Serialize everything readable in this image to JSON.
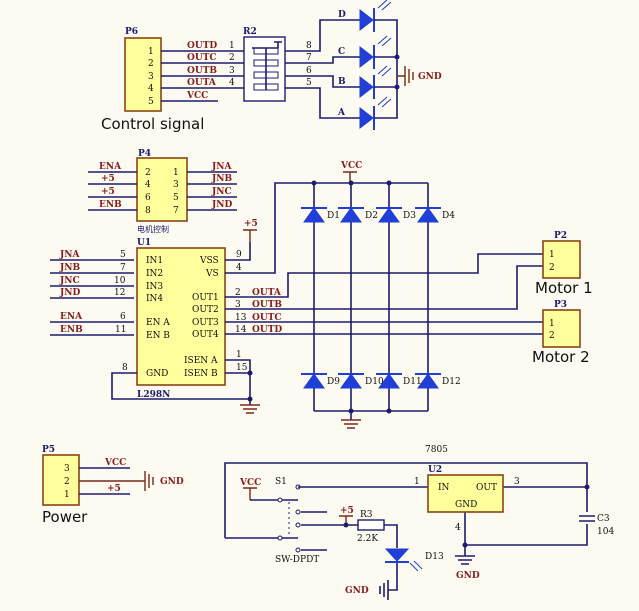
{
  "colors": {
    "wire": "#1c1c6e",
    "net_label": "#8b1a1a",
    "component_fill": "#ffff9c",
    "diode": "#1f3fd6",
    "background": "#fcfaf1"
  },
  "p6": {
    "ref": "P6",
    "pins": [
      "1",
      "2",
      "3",
      "4",
      "5"
    ],
    "nets": [
      "OUTD",
      "OUTC",
      "OUTB",
      "OUTA",
      "VCC"
    ],
    "caption": "Control signal"
  },
  "r2": {
    "ref": "R2",
    "left_pins": [
      "1",
      "2",
      "3",
      "4"
    ],
    "right_pins": [
      "8",
      "7",
      "6",
      "5"
    ]
  },
  "leds": {
    "labels": [
      "D",
      "C",
      "B",
      "A"
    ],
    "gnd": "GND"
  },
  "p4": {
    "ref": "P4",
    "left_pins": [
      "2",
      "4",
      "6",
      "8"
    ],
    "right_pins": [
      "1",
      "3",
      "5",
      "7"
    ],
    "left_nets": [
      "ENA",
      "+5",
      "+5",
      "ENB"
    ],
    "right_nets": [
      "JNA",
      "JNB",
      "JNC",
      "JND"
    ],
    "caption": "电机控制"
  },
  "u1": {
    "ref": "U1",
    "part": "L298N",
    "left_pins": [
      {
        "num": "5",
        "name": "IN1",
        "net": "JNA"
      },
      {
        "num": "7",
        "name": "IN2",
        "net": "JNB"
      },
      {
        "num": "10",
        "name": "IN3",
        "net": "JNC"
      },
      {
        "num": "12",
        "name": "IN4",
        "net": "JND"
      },
      {
        "num": "6",
        "name": "EN A",
        "net": "ENA"
      },
      {
        "num": "11",
        "name": "EN B",
        "net": "ENB"
      },
      {
        "num": "8",
        "name": "GND"
      }
    ],
    "right_pins": [
      {
        "num": "9",
        "name": "VSS"
      },
      {
        "num": "4",
        "name": "VS"
      },
      {
        "num": "2",
        "name": "OUT1",
        "net": "OUTA"
      },
      {
        "num": "3",
        "name": "OUT2",
        "net": "OUTB"
      },
      {
        "num": "13",
        "name": "OUT3",
        "net": "OUTC"
      },
      {
        "num": "14",
        "name": "OUT4",
        "net": "OUTD"
      },
      {
        "num": "1",
        "name": "ISEN A"
      },
      {
        "num": "15",
        "name": "ISEN B"
      }
    ],
    "vss_net": "+5"
  },
  "bridge": {
    "vcc": "VCC",
    "top_diodes": [
      "D1",
      "D2",
      "D3",
      "D4"
    ],
    "bottom_diodes": [
      "D9",
      "D10",
      "D11",
      "D12"
    ]
  },
  "p2": {
    "ref": "P2",
    "pins": [
      "1",
      "2"
    ],
    "caption": "Motor 1"
  },
  "p3": {
    "ref": "P3",
    "pins": [
      "1",
      "2"
    ],
    "caption": "Motor 2"
  },
  "p5": {
    "ref": "P5",
    "pins": [
      "3",
      "2",
      "1"
    ],
    "nets": [
      "VCC",
      "+5"
    ],
    "gnd": "GND",
    "caption": "Power"
  },
  "regulator": {
    "title": "7805",
    "ref": "U2",
    "in": "IN",
    "out": "OUT",
    "gnd": "GND",
    "pin_in": "1",
    "pin_out": "3",
    "pin_gnd": "4",
    "gnd_label": "GND"
  },
  "c3": {
    "ref": "C3",
    "value": "104"
  },
  "s1": {
    "ref": "S1",
    "type": "SW-DPDT",
    "vcc": "VCC"
  },
  "r3": {
    "ref": "R3",
    "value": "2.2K",
    "net": "+5"
  },
  "d13": {
    "ref": "D13",
    "gnd": "GND"
  }
}
